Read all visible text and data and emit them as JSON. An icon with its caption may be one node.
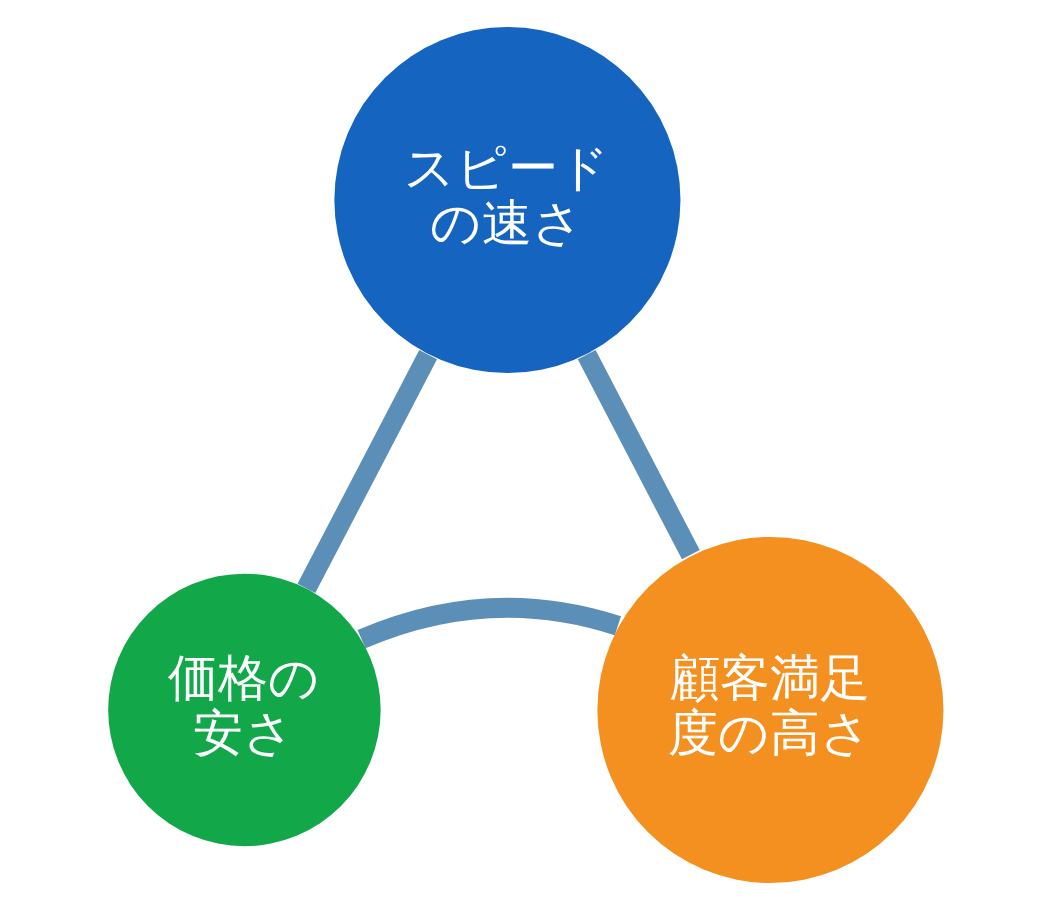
{
  "diagram": {
    "nodes": [
      {
        "text": [
          "スピードの速さ"
        ]
      },
      {
        "text": [
          "顧客満足度の高さ"
        ]
      },
      {
        "text": [
          "価格の安さ"
        ]
      }
    ],
    "edges": [
      {
        "from": 0,
        "to": 2,
        "arrow": "none"
      },
      {
        "from": 2,
        "to": 1,
        "arrow": "none"
      },
      {
        "from": 1,
        "to": 0,
        "arrow": "none"
      }
    ]
  }
}
